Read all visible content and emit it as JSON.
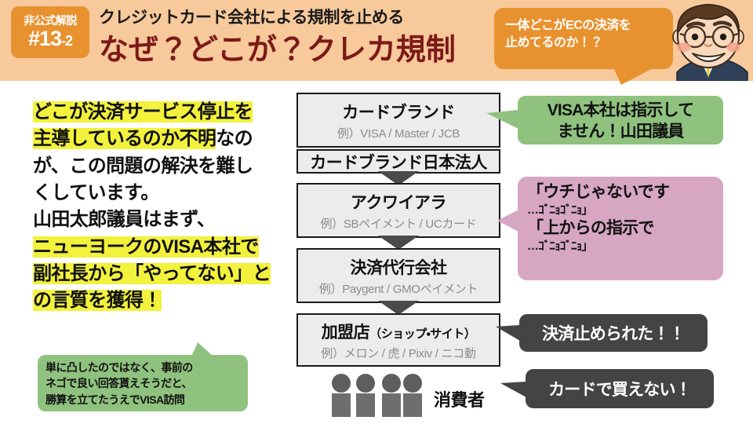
{
  "header": {
    "badge_small": "非公式解説",
    "badge_number": "#13",
    "badge_suffix": "-2",
    "subtitle": "クレジットカード会社による規制を止める",
    "title": "なぜ？どこが？クレカ規制",
    "bubble_line1": "一体どこがECの決済を",
    "bubble_line2": "止めてるのか！？",
    "background_color": "#f7c99b",
    "badge_color": "#e8922f",
    "title_color": "#7c1a18"
  },
  "left_text": {
    "line1": "どこが決済サービス停止を",
    "line2_hl": "主導しているのか不明",
    "line2_rest": "なの",
    "line3": "が、この問題の解決を難し",
    "line4": "くしています。",
    "line5": "山田太郎議員はまず、",
    "line6": "ニューヨークのVISA本社で",
    "line7": "副社長から「やってない」と",
    "line8": "の言質を獲得！",
    "highlight_color": "#f2f23d"
  },
  "green_note": {
    "line1": "単に凸したのではなく、事前の",
    "line2": "ネゴで良い回答貰えそうだと、",
    "line3": "勝算を立てたうえでVISA訪問",
    "color": "#8fc27e"
  },
  "flow": {
    "boxes": [
      {
        "title": "カードブランド",
        "example": "例）VISA / Master / JCB"
      },
      {
        "title": "カードブランド日本法人",
        "example": ""
      },
      {
        "title": "アクワイアラ",
        "example": "例）SBペイメント / UCカード"
      },
      {
        "title": "決済代行会社",
        "example": "例）Paygent / GMOペイメント"
      },
      {
        "title": "加盟店",
        "title_paren": "（ショップ・サイト）",
        "example": "例）メロン / 虎 / Pixiv / ニコ動"
      }
    ],
    "consumer_label": "消費者",
    "box_fill": "#ececec",
    "arrow_color": "#4a4a4a"
  },
  "callouts": {
    "visa": {
      "line1": "VISA本社は指示して",
      "line2": "ません！山田議員",
      "color": "#8fc27e"
    },
    "pink": {
      "line1": "「ウチじゃないです",
      "line2": "…ｺﾞﾆｮｺﾞﾆｮ」",
      "line3": "「上からの指示で",
      "line4": "…ｺﾞﾆｮｺﾞﾆｮ」",
      "color": "#d6a6c3"
    },
    "stopped": {
      "text": "決済止められた！！",
      "color": "#444444"
    },
    "cannot_buy": {
      "text": "カードで買えない！",
      "color": "#444444"
    }
  }
}
